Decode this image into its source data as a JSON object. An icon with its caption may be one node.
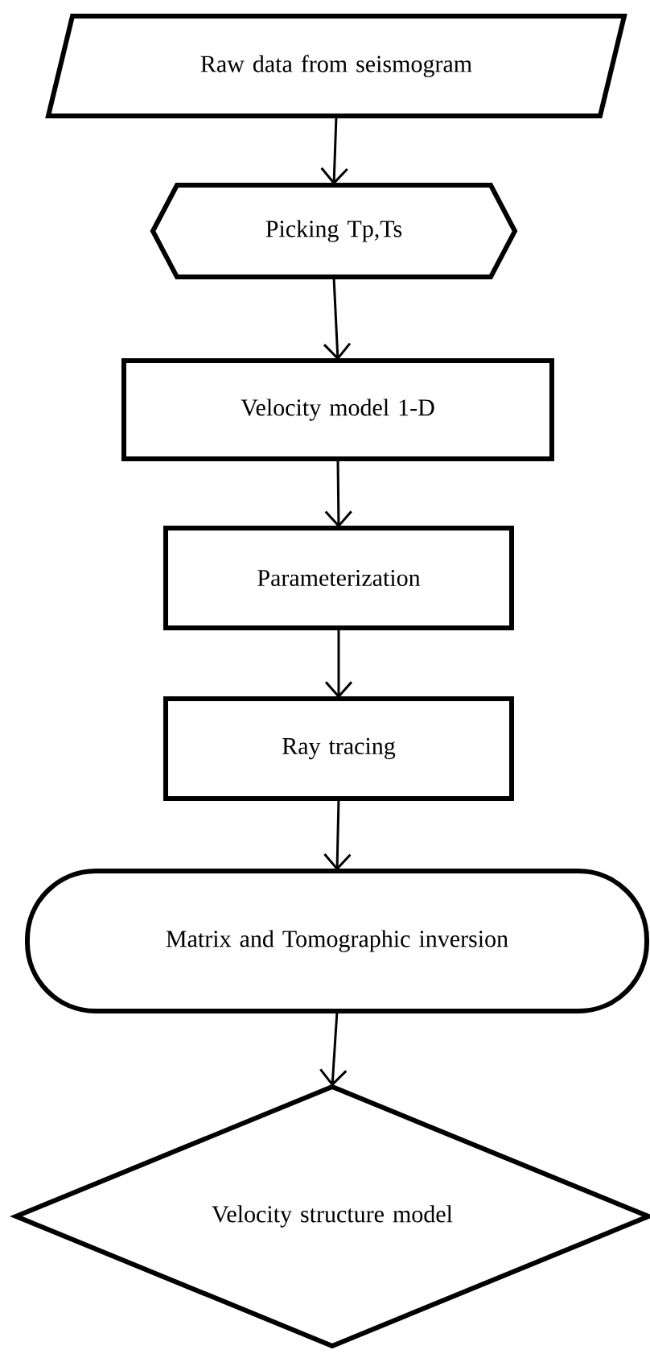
{
  "diagram": {
    "nodes": [
      {
        "text": [
          "Raw data from seismogram"
        ]
      },
      {
        "text": [
          "Picking Tp,Ts"
        ]
      },
      {
        "text": [
          "Velocity model 1-D"
        ]
      },
      {
        "text": [
          "Parameterization"
        ]
      },
      {
        "text": [
          "Ray tracing"
        ]
      },
      {
        "text": [
          "Matrix and Tomographic inversion"
        ]
      },
      {
        "text": [
          "Velocity structure model"
        ]
      }
    ],
    "edges": [
      {
        "from": 0,
        "to": 1,
        "arrow": "to"
      },
      {
        "from": 1,
        "to": 2,
        "arrow": "to"
      },
      {
        "from": 2,
        "to": 3,
        "arrow": "to"
      },
      {
        "from": 3,
        "to": 4,
        "arrow": "to"
      },
      {
        "from": 4,
        "to": 5,
        "arrow": "to"
      },
      {
        "from": 5,
        "to": 6,
        "arrow": "to"
      }
    ]
  }
}
